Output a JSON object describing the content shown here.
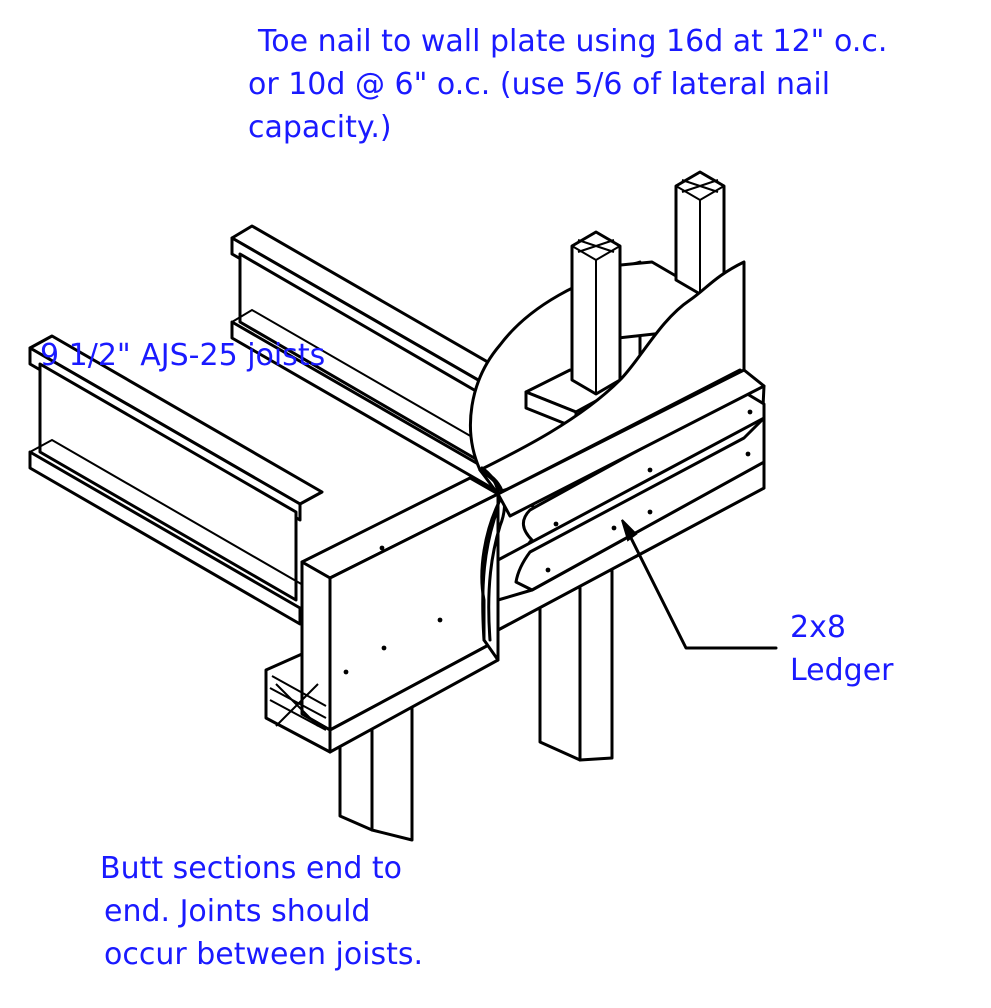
{
  "annotations": {
    "wall_plate_note": [
      "Toe nail to wall plate using 16d at 12\" o.c.",
      "or 10d @ 6\" o.c. (use 5/6 of lateral nail",
      "capacity.)"
    ],
    "joists_label": "9 1/2\" AJS-25 joists",
    "ledger_label": [
      "2x8",
      "Ledger"
    ],
    "butt_note": [
      "Butt sections end to",
      "end. Joints should",
      "occur between joists."
    ]
  },
  "colors": {
    "annotation_text": "#1a1aff",
    "line_work": "#000000",
    "background": "#ffffff"
  }
}
